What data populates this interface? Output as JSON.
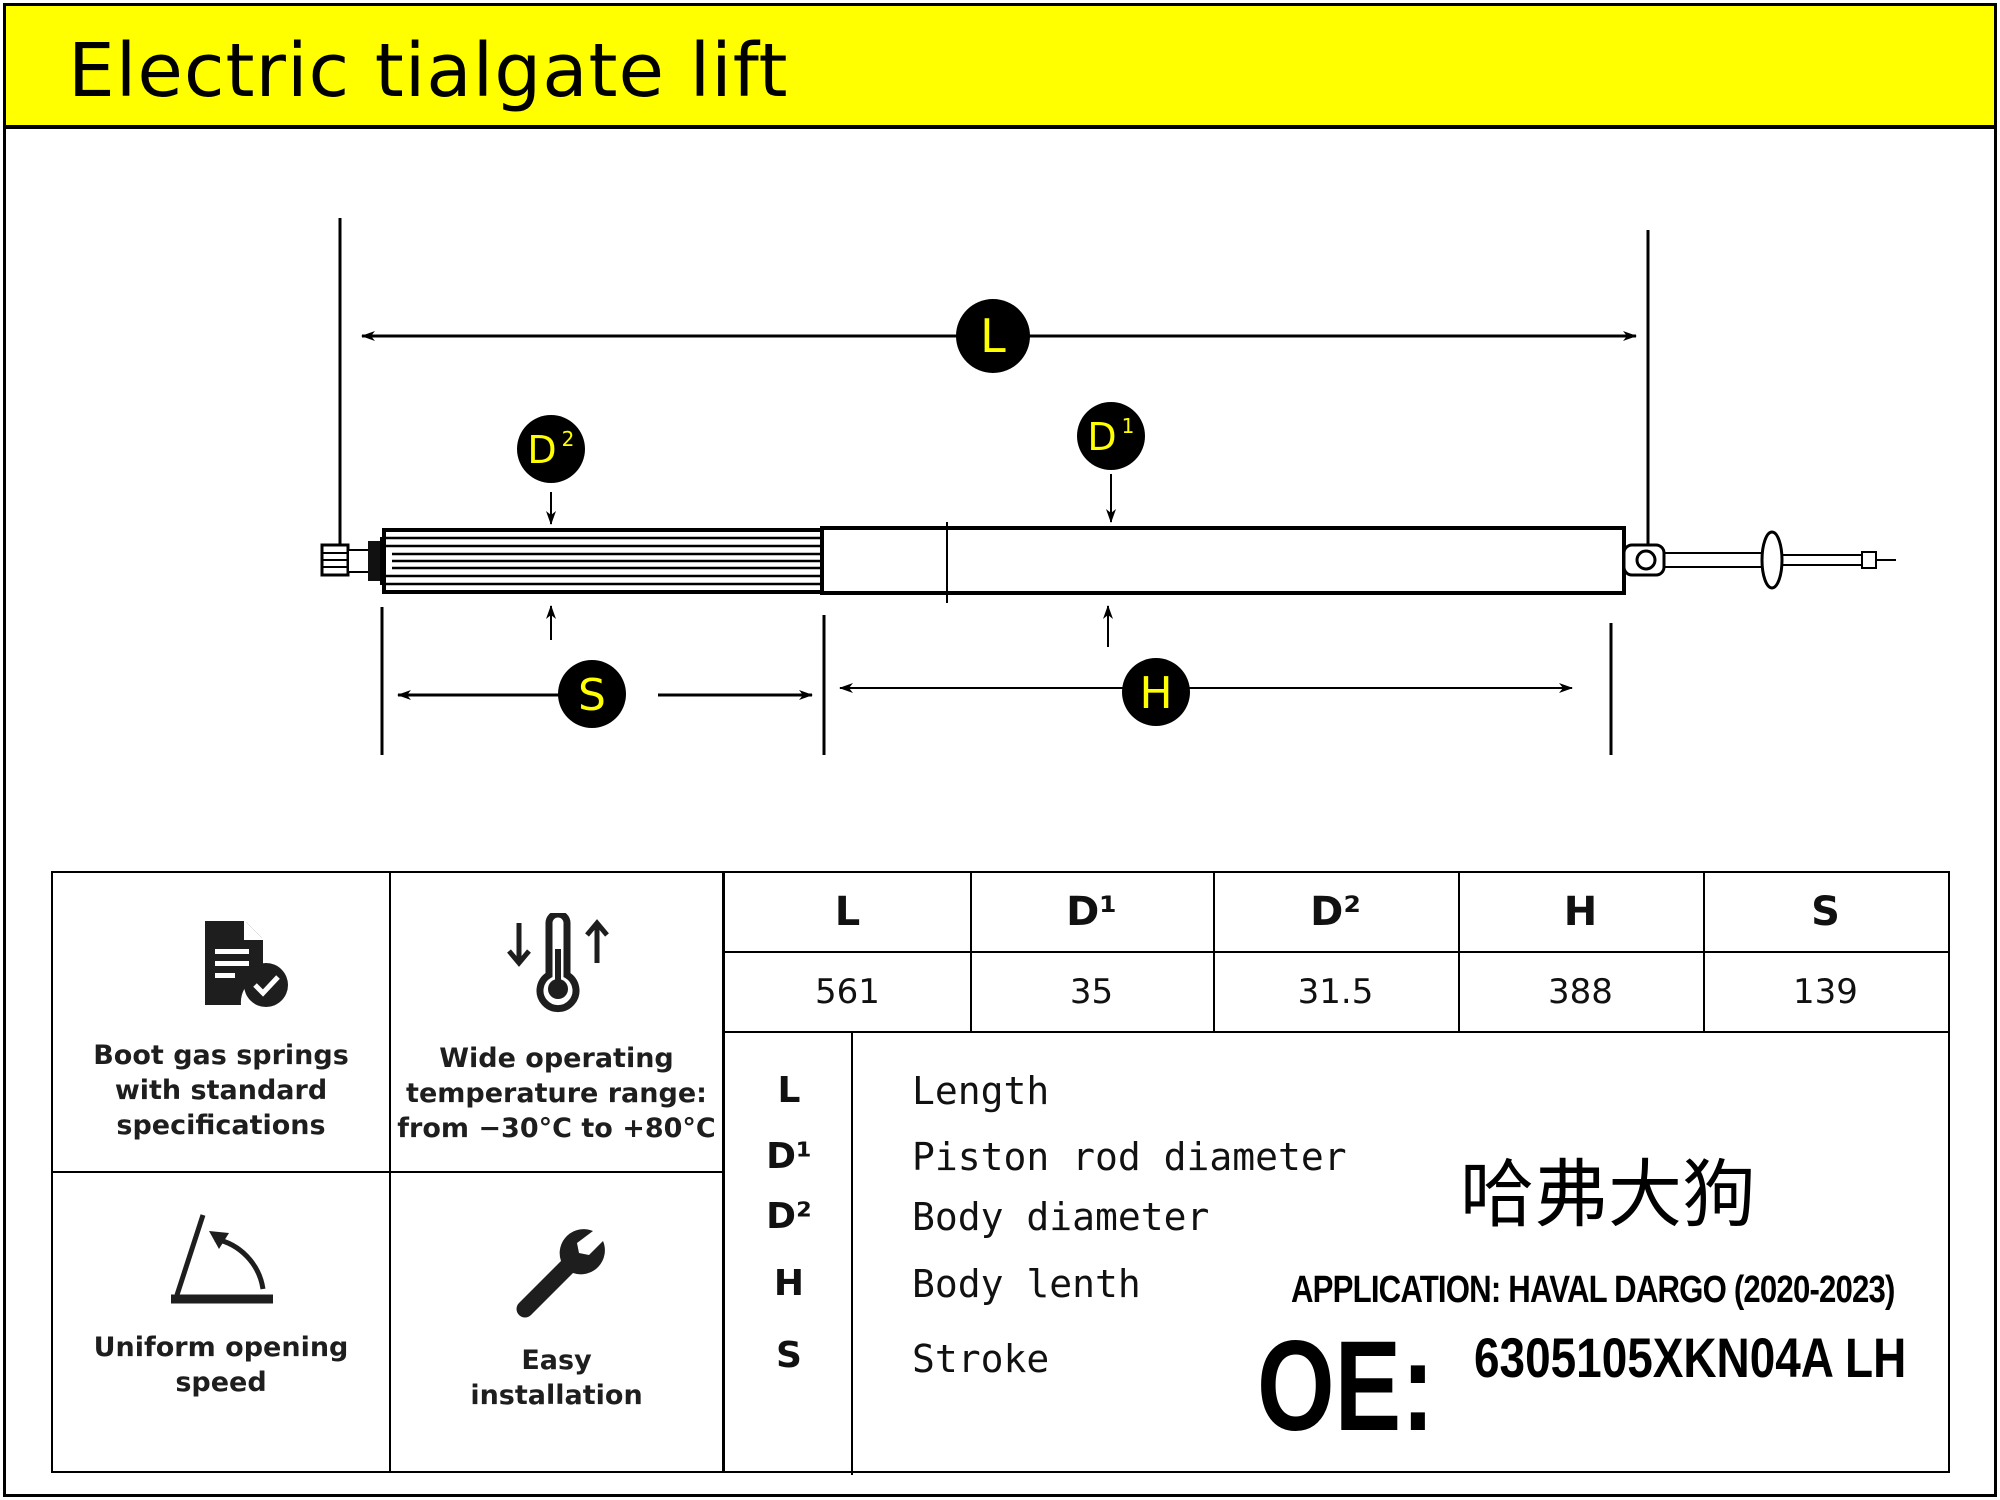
{
  "title": "Electric tialgate lift",
  "diagram": {
    "labels": {
      "L": "L",
      "D1": "D",
      "D1_sup": "1",
      "D2": "D",
      "D2_sup": "2",
      "S": "S",
      "H": "H"
    },
    "colors": {
      "badge_fill": "#000000",
      "badge_text": "#ffff00",
      "title_bg": "#ffff00"
    }
  },
  "features": [
    {
      "icon": "document-check-icon",
      "text": [
        "Boot gas springs",
        "with standard",
        "specifications"
      ]
    },
    {
      "icon": "thermometer-arrows-icon",
      "text": [
        "Wide operating",
        "temperature range:",
        "from −30°C to +80°C"
      ]
    },
    {
      "icon": "opening-angle-icon",
      "text": [
        "Uniform opening",
        "speed"
      ]
    },
    {
      "icon": "wrench-icon",
      "text": [
        "Easy",
        "installation"
      ]
    }
  ],
  "spec_table": {
    "headers": [
      "L",
      "D¹",
      "D²",
      "H",
      "S"
    ],
    "values": [
      "561",
      "35",
      "31.5",
      "388",
      "139"
    ]
  },
  "legend": [
    {
      "symbol": "L",
      "description": "Length"
    },
    {
      "symbol": "D¹",
      "description": "Piston rod diameter"
    },
    {
      "symbol": "D²",
      "description": "Body diameter"
    },
    {
      "symbol": "H",
      "description": "Body lenth"
    },
    {
      "symbol": "S",
      "description": "Stroke"
    }
  ],
  "model_name_cn": "哈弗大狗",
  "application": "APPLICATION: HAVAL DARGO (2020-2023)",
  "oe_label": "OE:",
  "oe_number": "6305105XKN04A  LH"
}
